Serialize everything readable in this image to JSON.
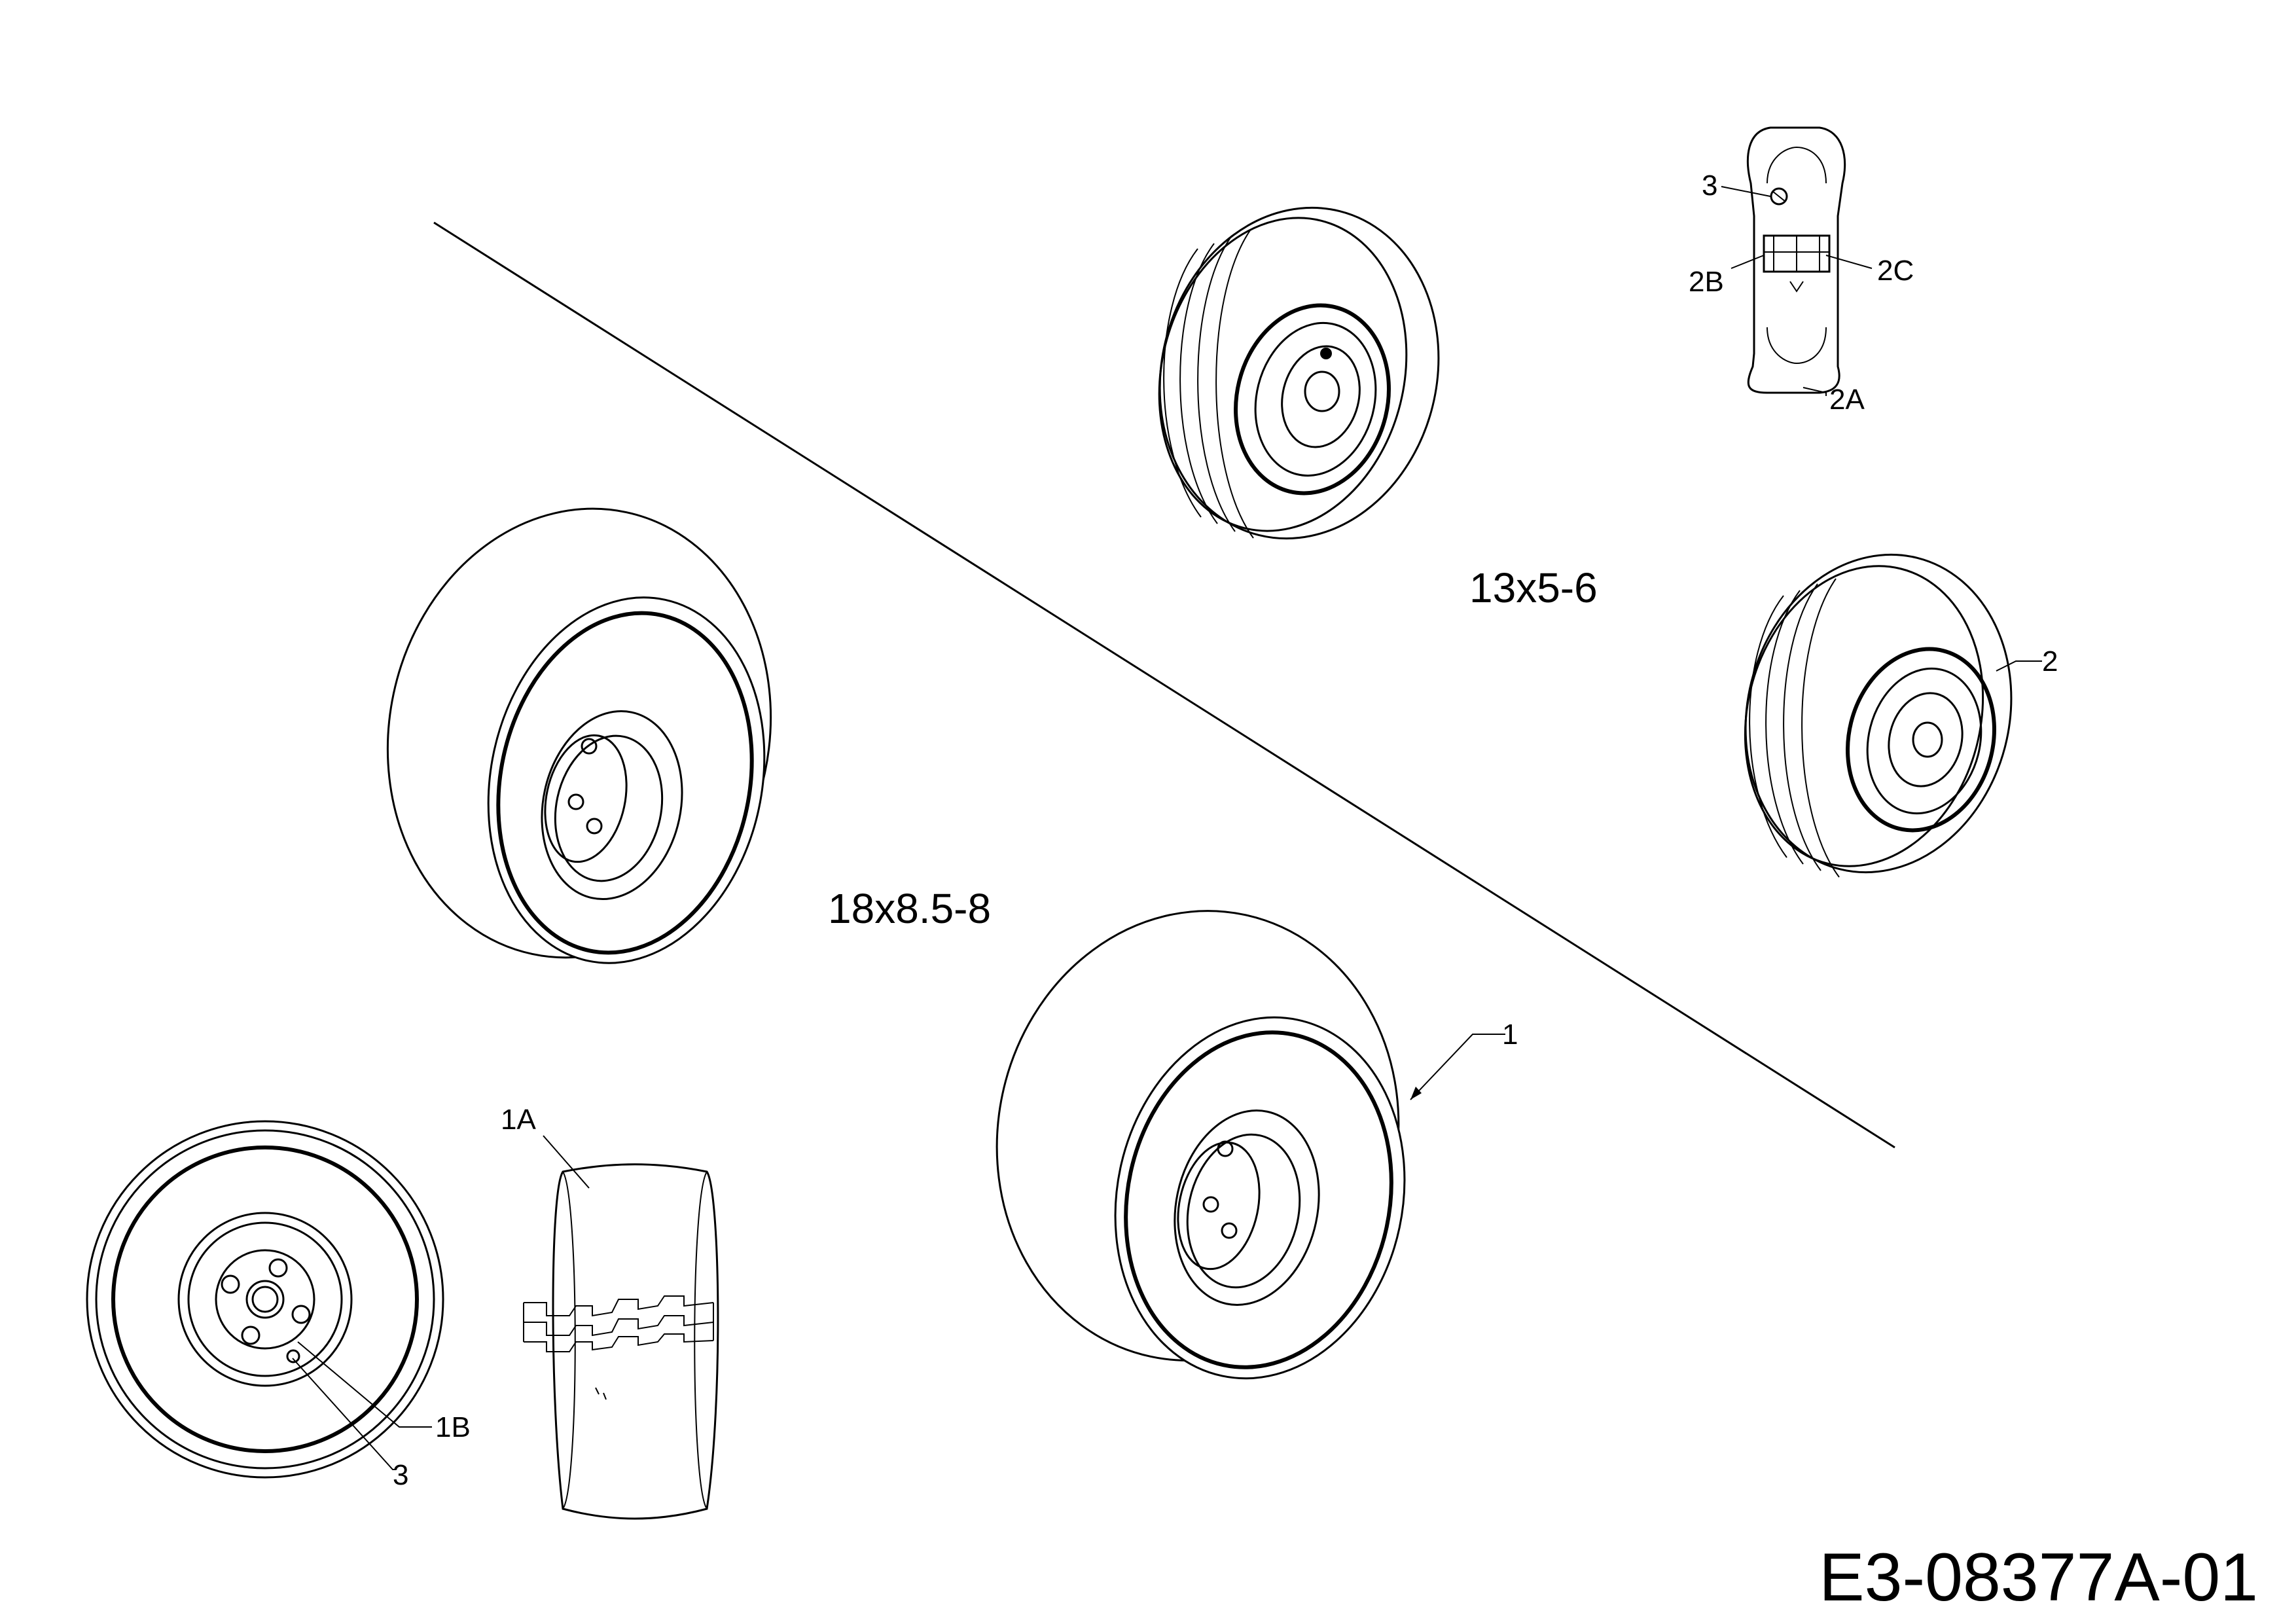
{
  "drawing": {
    "drawing_code": "E3-08377A-01",
    "tire_sizes": {
      "small": "13x5-6",
      "large": "18x8.5-8"
    },
    "callouts": {
      "c1": "1",
      "c1A": "1A",
      "c1B": "1B",
      "c2": "2",
      "c2A": "2A",
      "c2B": "2B",
      "c2C": "2C",
      "c3_small_section": "3",
      "c3_large_front": "3"
    }
  }
}
